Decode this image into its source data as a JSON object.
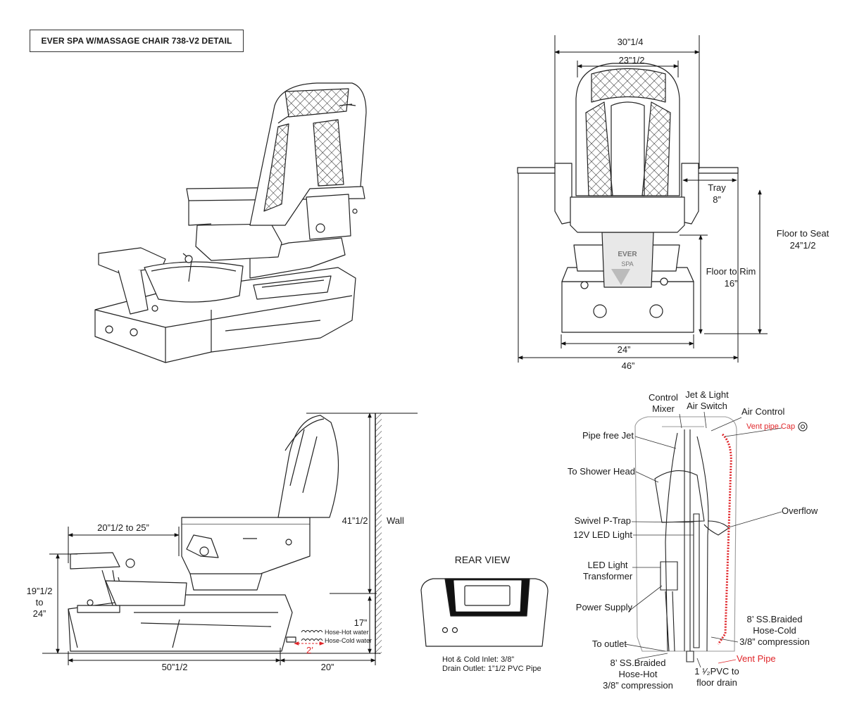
{
  "title": "EVER SPA W/MASSAGE CHAIR 738-V2 DETAIL",
  "front_view": {
    "overall_width_top": "30”1/4",
    "backrest_width": "23”1/2",
    "tray": "Tray",
    "tray_value": "8”",
    "floor_to_seat": "Floor to Seat",
    "floor_to_seat_value": "24”1/2",
    "floor_to_rim": "Floor to Rim",
    "floor_to_rim_value": "16”",
    "base_width": "24”",
    "overall_width": "46”",
    "logo_top": "EVER",
    "logo_bottom": "SPA"
  },
  "side_view": {
    "footrest_range": "20”1/2 to 25”",
    "height": "41”1/2",
    "wall": "Wall",
    "footrest_height": "19”1/2",
    "footrest_height_to": "to",
    "footrest_height_max": "24”",
    "wall_gap_height": "17”",
    "hose_hot": "Hose-Hot water",
    "hose_cold": "Hose-Cold water",
    "hose_gap": "2’",
    "length": "50”1/2",
    "clearance": "20”"
  },
  "rear_view": {
    "heading": "REAR VIEW",
    "inlet_note": "Hot & Cold Inlet: 3/8”",
    "drain_note": "Drain Outlet: 1”1/2 PVC Pipe"
  },
  "plumbing": {
    "control_mixer_1": "Control",
    "control_mixer_2": "Mixer",
    "jet_switch_1": "Jet & Light",
    "jet_switch_2": "Air Switch",
    "air_control": "Air Control",
    "vent_pipe_cap": "Vent pipe Cap",
    "pipe_free_jet": "Pipe free Jet",
    "shower_head": "To Shower Head",
    "overflow": "Overflow",
    "p_trap": "Swivel P-Trap",
    "led_light": "12V LED Light",
    "led_transformer_1": "LED Light",
    "led_transformer_2": "Transformer",
    "power_supply": "Power Supply",
    "hose_cold_1": "8’ SS.Braided",
    "hose_cold_2": "Hose-Cold",
    "hose_cold_3": "3/8” compression",
    "to_outlet": "To outlet",
    "vent_pipe": "Vent Pipe",
    "hose_hot_1": "8’ SS.Braided",
    "hose_hot_2": "Hose-Hot",
    "hose_hot_3": "3/8” compression",
    "pvc_1": "1 ¹⁄₂PVC to",
    "pvc_2": "floor drain"
  }
}
